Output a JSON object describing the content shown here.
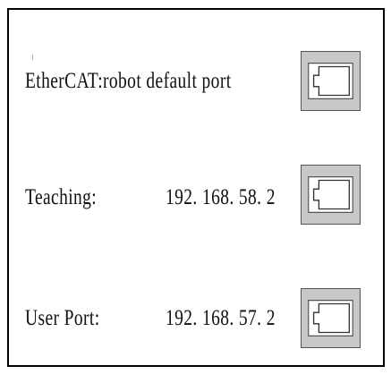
{
  "ports": [
    {
      "label": "EtherCAT:robot default port",
      "value": "",
      "icon": "ethernet-port-icon"
    },
    {
      "label": "Teaching:",
      "value": "192. 168. 58. 2",
      "icon": "ethernet-port-icon"
    },
    {
      "label": "User Port:",
      "value": "192. 168. 57. 2",
      "icon": "ethernet-port-icon"
    }
  ],
  "colors": {
    "border": "#000000",
    "port_fill": "#c8c8c8",
    "port_stroke": "#555555"
  }
}
